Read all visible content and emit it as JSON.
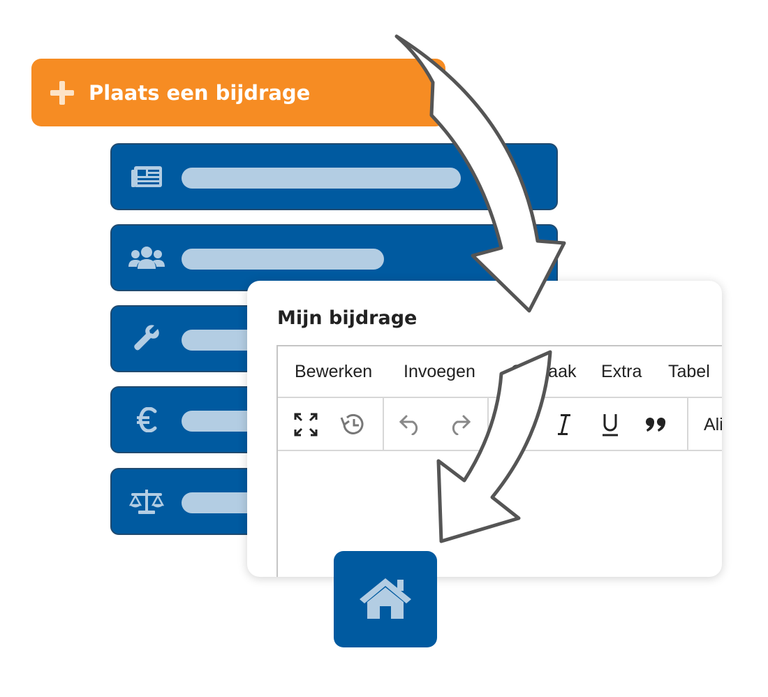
{
  "post_button": {
    "label": "Plaats een bijdrage",
    "icon": "plus-icon",
    "color": "#f68c23"
  },
  "nav_items": [
    {
      "icon": "newspaper-icon"
    },
    {
      "icon": "users-icon"
    },
    {
      "icon": "wrench-icon"
    },
    {
      "icon": "euro-icon"
    },
    {
      "icon": "balance-scale-icon"
    }
  ],
  "editor": {
    "title": "Mijn bijdrage",
    "menu": [
      "Bewerken",
      "Invoegen",
      "Opmaak",
      "Extra",
      "Tabel"
    ],
    "toolbar": {
      "icons": [
        "fullscreen-icon",
        "history-icon",
        "undo-icon",
        "redo-icon",
        "italic-icon",
        "underline-icon",
        "blockquote-icon"
      ],
      "align_label": "Alig"
    }
  },
  "home_button": {
    "icon": "home-icon"
  },
  "colors": {
    "primary": "#005aa0",
    "accent": "#f68c23",
    "placeholder_bar": "#b3cde3"
  }
}
